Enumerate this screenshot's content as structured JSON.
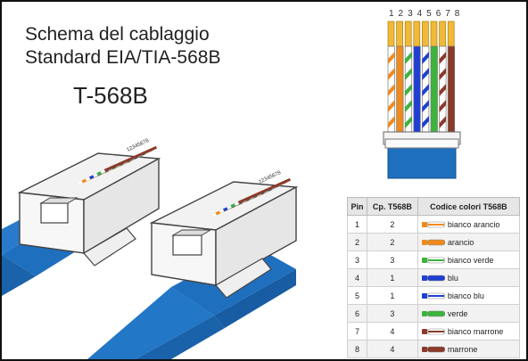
{
  "title_line1": "Schema del cablaggio",
  "title_line2": "Standard  EIA/TIA-568B",
  "standard_label": "T-568B",
  "pin_numbers_top": "1 2 3 4 5 6 7 8",
  "plug_pin_numbers": "12345678",
  "table": {
    "headers": [
      "Pin",
      "Cp. T568B",
      "Codice colori T568B"
    ],
    "rows": [
      {
        "pin": "1",
        "pair": "2",
        "color": "bianco arancio",
        "main": "#f08a1c",
        "striped": true
      },
      {
        "pin": "2",
        "pair": "2",
        "color": "arancio",
        "main": "#f08a1c",
        "striped": false
      },
      {
        "pin": "3",
        "pair": "3",
        "color": "bianco verde",
        "main": "#3cb43c",
        "striped": true
      },
      {
        "pin": "4",
        "pair": "1",
        "color": "blu",
        "main": "#1f3fd1",
        "striped": false
      },
      {
        "pin": "5",
        "pair": "1",
        "color": "bianco blu",
        "main": "#1f3fd1",
        "striped": true
      },
      {
        "pin": "6",
        "pair": "3",
        "color": "verde",
        "main": "#3cb43c",
        "striped": false
      },
      {
        "pin": "7",
        "pair": "4",
        "color": "bianco marrone",
        "main": "#8b3a2a",
        "striped": true
      },
      {
        "pin": "8",
        "pair": "4",
        "color": "marrone",
        "main": "#8b3a2a",
        "striped": false
      }
    ]
  },
  "colors": {
    "cable_blue": "#1f6fbf",
    "pin_gold": "#f0b93a",
    "white": "#ffffff"
  }
}
